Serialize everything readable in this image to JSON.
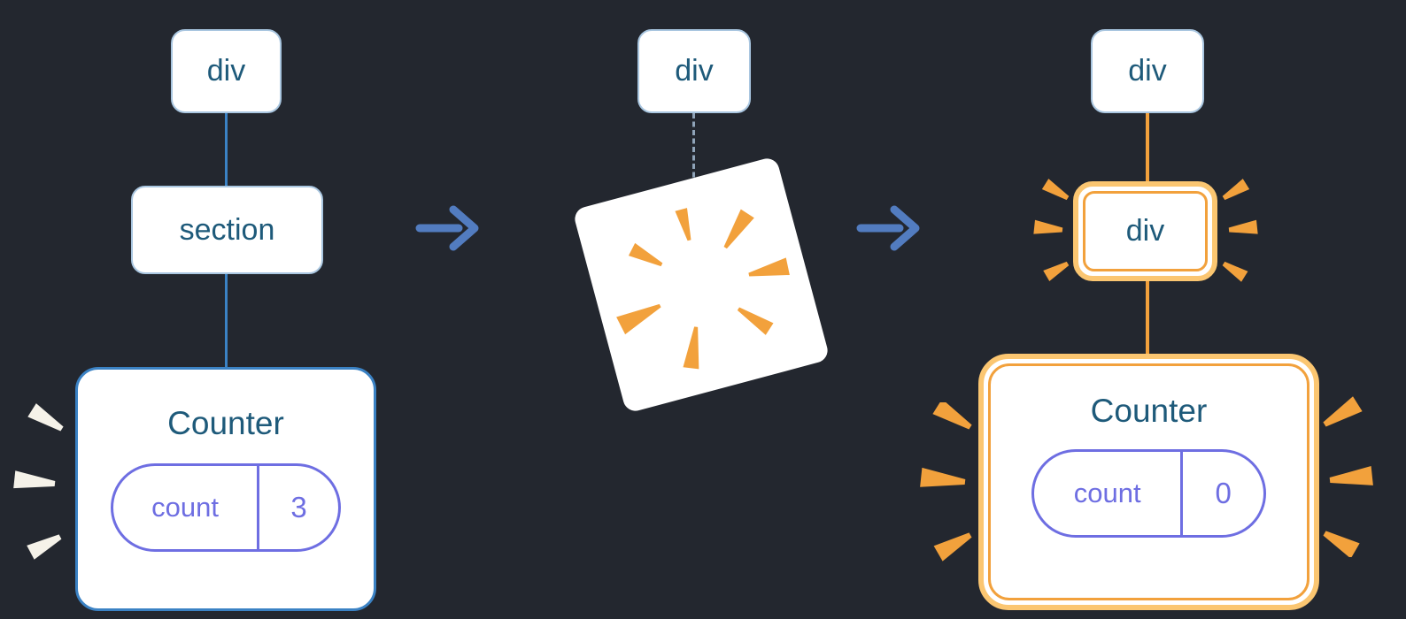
{
  "tree_before": {
    "root_label": "div",
    "section_label": "section",
    "counter": {
      "title": "Counter",
      "key": "count",
      "value": "3"
    }
  },
  "transition": {
    "root_label": "div"
  },
  "tree_after": {
    "root_label": "div",
    "child_label": "div",
    "counter": {
      "title": "Counter",
      "key": "count",
      "value": "0"
    }
  },
  "icons": {
    "arrow_first": "arrow-right",
    "arrow_second": "arrow-right",
    "poof": "poof-burst",
    "emphasis_before": "burst-rays-white",
    "emphasis_after": "burst-rays-orange"
  },
  "colors": {
    "background": "#23272f",
    "card": "#ffffff",
    "card_border": "#a9c6e0",
    "tree_line_blue": "#3b82c4",
    "label_text": "#1e5a7a",
    "state_purple": "#6e6ee2",
    "arrow_blue": "#527cc0",
    "highlight_orange_light": "#fbc671",
    "highlight_orange": "#f2a13c",
    "burst_white": "#f5f2e9"
  }
}
